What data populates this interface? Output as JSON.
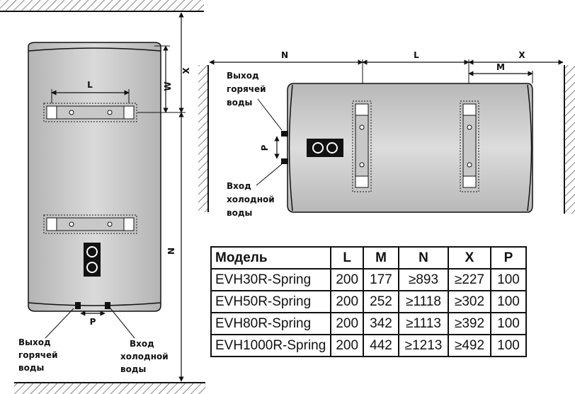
{
  "vertical_view": {
    "dim_labels": {
      "x": "X",
      "w": "W",
      "l": "L",
      "n": "N",
      "p": "P"
    },
    "hot_outlet_label": [
      "Выход",
      "горячей",
      "воды"
    ],
    "cold_inlet_label": [
      "Вход",
      "холодной",
      "воды"
    ]
  },
  "horizontal_view": {
    "dim_labels": {
      "n": "N",
      "l": "L",
      "x": "X",
      "m": "M",
      "p": "P"
    },
    "hot_outlet_label": [
      "Выход",
      "горячей",
      "воды"
    ],
    "cold_inlet_label": [
      "Вход",
      "холодной",
      "воды"
    ]
  },
  "spec_table": {
    "headers": [
      "Модель",
      "L",
      "M",
      "N",
      "X",
      "P"
    ],
    "rows": [
      [
        "EVH30R-Spring",
        "200",
        "177",
        "≥893",
        "≥227",
        "100"
      ],
      [
        "EVH50R-Spring",
        "200",
        "252",
        "≥1118",
        "≥302",
        "100"
      ],
      [
        "EVH80R-Spring",
        "200",
        "342",
        "≥1113",
        "≥392",
        "100"
      ],
      [
        "EVH1000R-Spring",
        "200",
        "442",
        "≥1213",
        "≥492",
        "100"
      ]
    ]
  }
}
